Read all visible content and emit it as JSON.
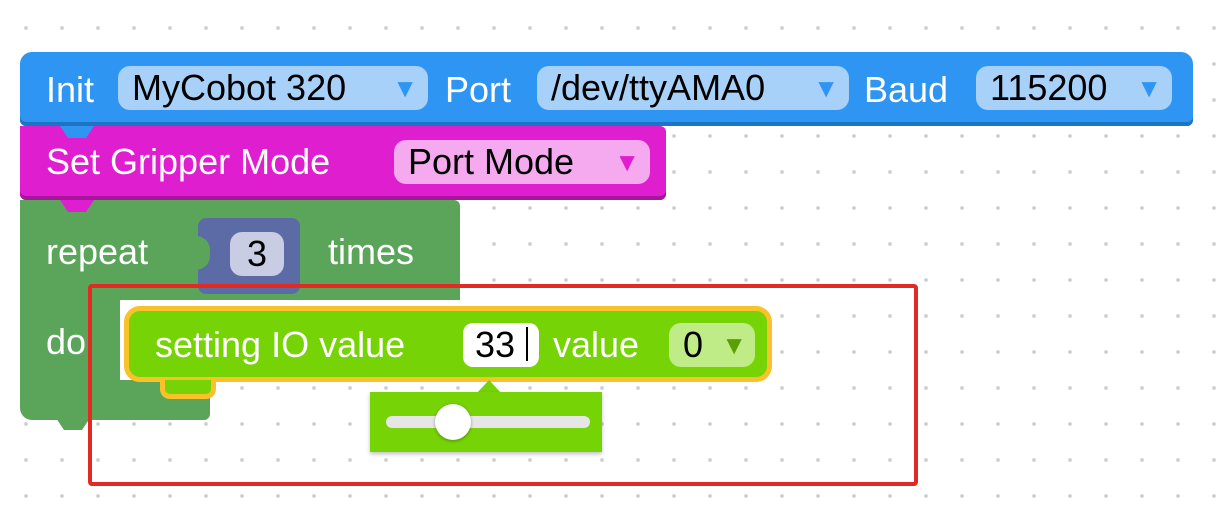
{
  "init_block": {
    "label_init": "Init",
    "robot_value": "MyCobot 320",
    "label_port": "Port",
    "port_value": "/dev/ttyAMA0",
    "label_baud": "Baud",
    "baud_value": "115200",
    "color": "#2f95f2"
  },
  "gripper_block": {
    "label": "Set Gripper Mode",
    "mode_value": "Port Mode",
    "color": "#df1fcf"
  },
  "repeat_block": {
    "label_repeat": "repeat",
    "count_value": "3",
    "label_times": "times",
    "label_do": "do",
    "color": "#5ba55b"
  },
  "io_block": {
    "label_setting": "setting IO value",
    "pin_value": "33",
    "label_value": "value",
    "state_value": "0",
    "color": "#76d306"
  },
  "slider": {
    "min": 0,
    "max": 100,
    "value": 33
  },
  "icons": {
    "dropdown": "triangle-down",
    "inline_caret": "text-caret"
  },
  "highlight_color": "#e32a22"
}
